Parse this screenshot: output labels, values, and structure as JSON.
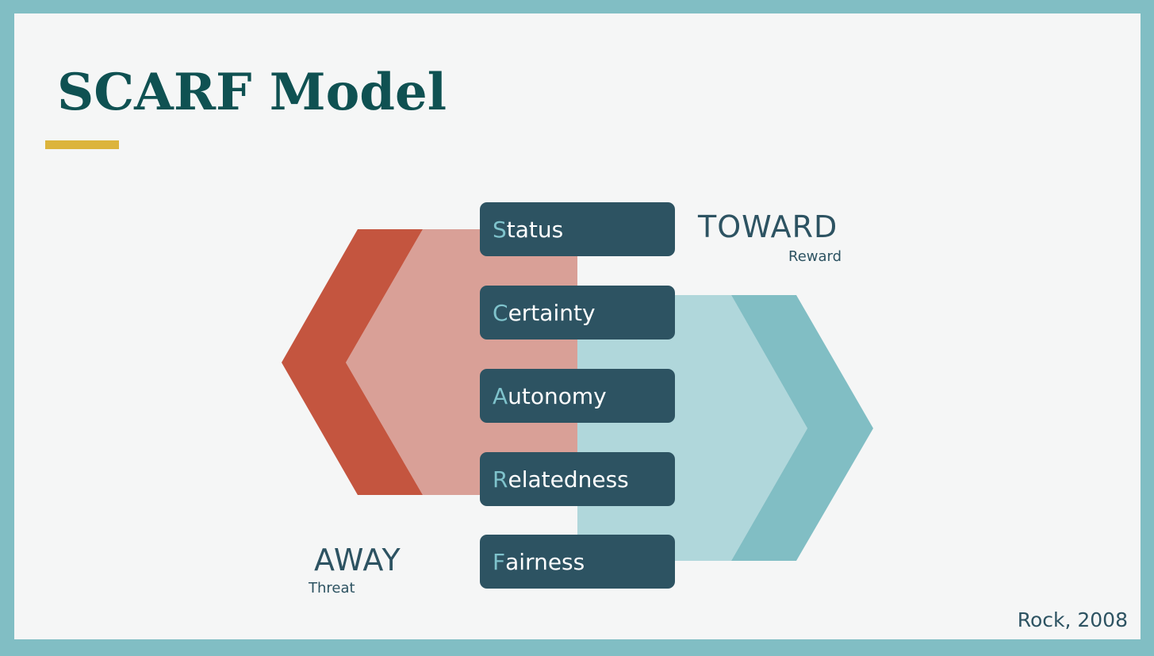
{
  "slide": {
    "title": "SCARF Model",
    "citation": "Rock, 2008"
  },
  "away": {
    "label": "AWAY",
    "sublabel": "Threat",
    "color_dark": "#c4553f",
    "color_light": "#d9a097"
  },
  "toward": {
    "label": "TOWARD",
    "sublabel": "Reward",
    "color_dark": "#81bec4",
    "color_light": "#b0d7db"
  },
  "domains": [
    {
      "initial": "S",
      "rest": "tatus"
    },
    {
      "initial": "C",
      "rest": "ertainty"
    },
    {
      "initial": "A",
      "rest": "utonomy"
    },
    {
      "initial": "R",
      "rest": "elatedness"
    },
    {
      "initial": "F",
      "rest": "airness"
    }
  ],
  "colors": {
    "frame": "#81bec4",
    "background": "#f5f6f6",
    "title": "#0f5152",
    "accent_underline": "#dcb43c",
    "pill": "#2d5362",
    "pill_initial": "#7fc3cc"
  }
}
